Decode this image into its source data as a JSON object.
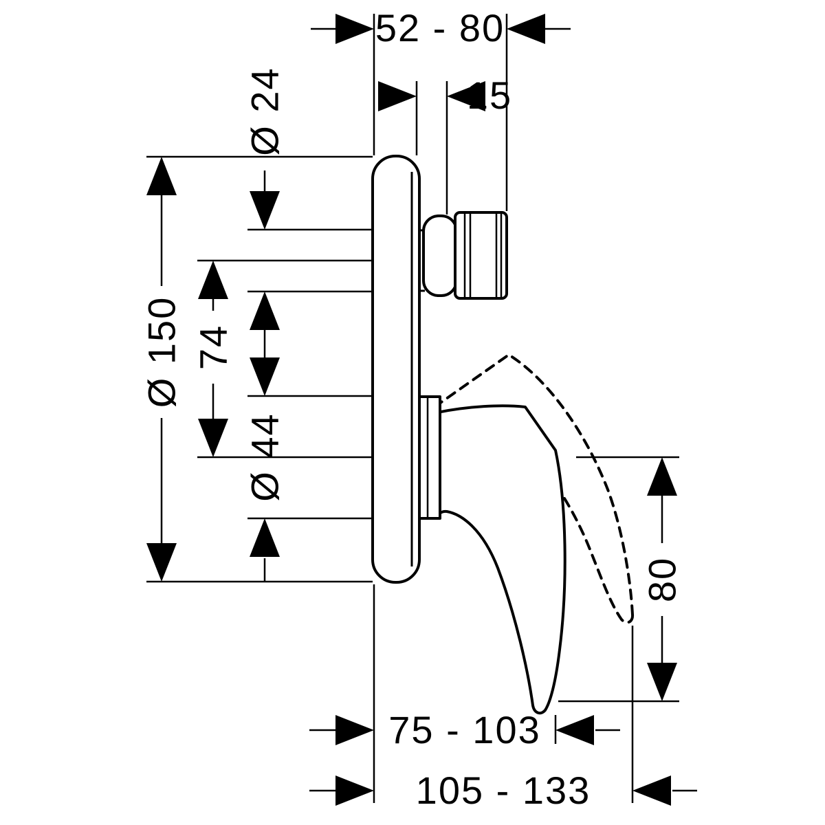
{
  "colors": {
    "background": "#ffffff",
    "line": "#000000"
  },
  "dimensions": {
    "installation_depth": "52 - 80",
    "spout_stub": "15",
    "spout_diameter": "Ø 24",
    "escutcheon_diameter": "Ø 150",
    "spout_to_handle_axis": "74",
    "hub_diameter": "Ø 44",
    "lever_drop": "80",
    "lever_reach_solid": "75 - 103",
    "lever_reach_dashed": "105 - 133"
  }
}
